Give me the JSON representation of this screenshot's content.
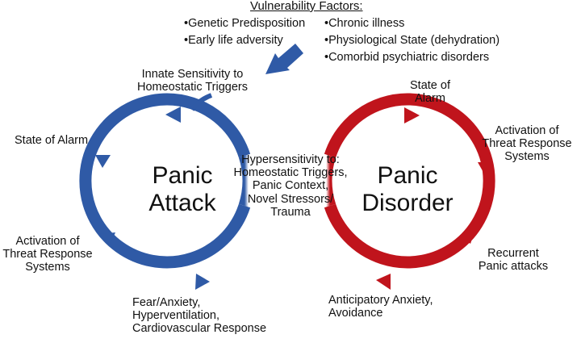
{
  "vulnerability": {
    "title": "Vulnerability Factors:",
    "bullet_char": "•",
    "items_left": [
      "Genetic Predisposition",
      "Early life adversity"
    ],
    "items_right": [
      "Chronic illness",
      "Physiological State (dehydration)",
      "Comorbid psychiatric disorders"
    ]
  },
  "panic_attack": {
    "title_line1": "Panic",
    "title_line2": "Attack",
    "color": "#2f5aa6",
    "steps": {
      "innate": [
        "Innate Sensitivity to",
        "Homeostatic Triggers"
      ],
      "alarm": [
        "State of Alarm"
      ],
      "activation": [
        "Activation of",
        "Threat Response",
        "Systems"
      ],
      "fear": [
        "Fear/Anxiety,",
        "Hyperventilation,",
        "Cardiovascular Response"
      ]
    }
  },
  "panic_disorder": {
    "title_line1": "Panic",
    "title_line2": "Disorder",
    "color": "#c0141c",
    "steps": {
      "alarm": [
        "State of",
        "Alarm"
      ],
      "activation": [
        "Activation of",
        "Threat Response",
        "Systems"
      ],
      "recurrent": [
        "Recurrent",
        "Panic attacks"
      ],
      "anticipatory": [
        "Anticipatory Anxiety,",
        "Avoidance"
      ]
    }
  },
  "center": {
    "lines": [
      "Hypersensitivity to:",
      "Homeostatic Triggers,",
      "Panic Context,",
      "Novel Stressors/",
      "Trauma"
    ]
  }
}
